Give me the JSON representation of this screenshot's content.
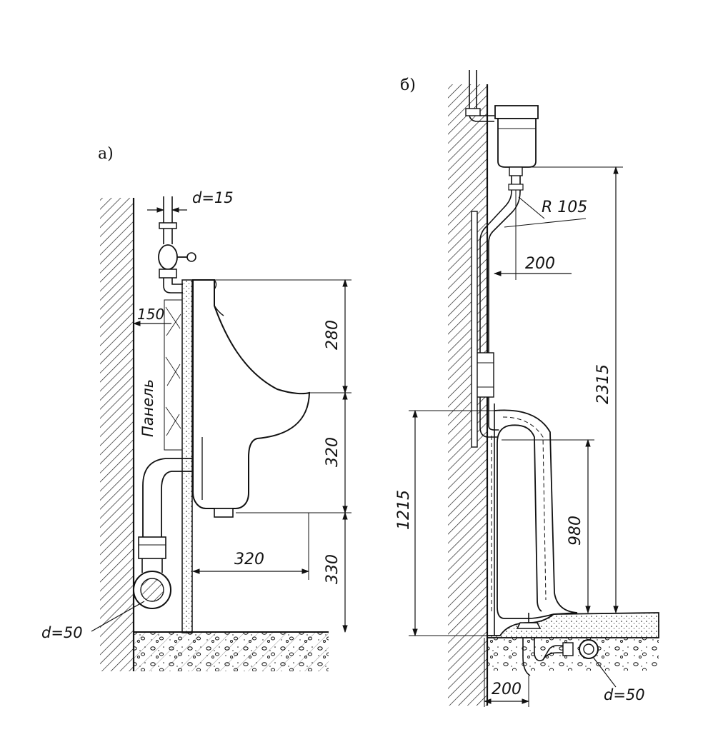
{
  "panel_a": {
    "label": "а)",
    "supply_diameter": "d=15",
    "dim_wall_offset": "150",
    "panel_label": "Панель",
    "dim_top": "280",
    "dim_mid": "320",
    "dim_bottom": "330",
    "dim_projection": "320",
    "drain_diameter": "d=50"
  },
  "panel_b": {
    "label": "б)",
    "radius_label": "R 105",
    "dim_offset": "200",
    "dim_total_height": "2315",
    "dim_spreader_height": "1215",
    "dim_flush_height": "980",
    "dim_floor_offset": "200",
    "drain_diameter": "d=50"
  },
  "colors": {
    "ink": "#111111",
    "paper": "#ffffff"
  }
}
